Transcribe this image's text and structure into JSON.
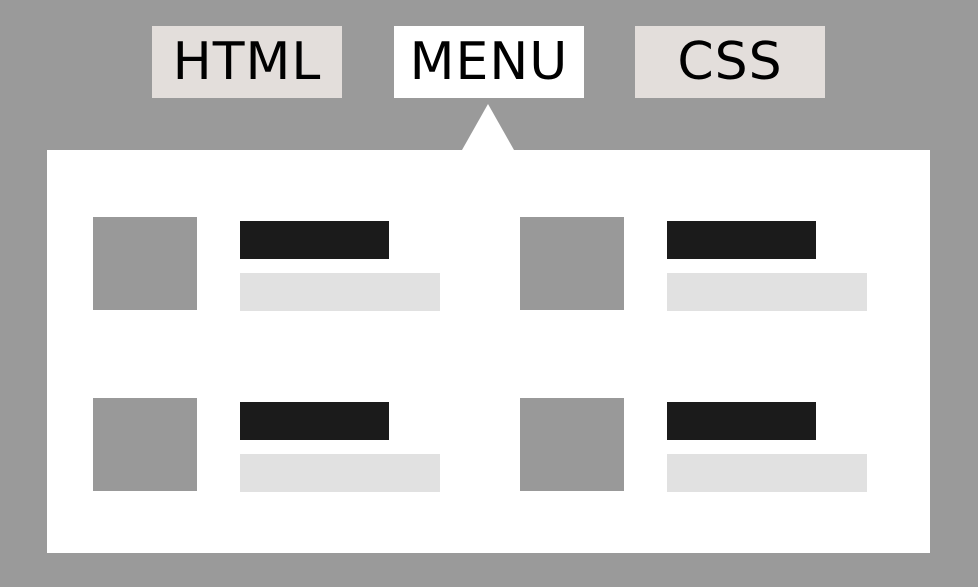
{
  "nav": {
    "tabs": [
      {
        "label": "HTML"
      },
      {
        "label": "MENU"
      },
      {
        "label": "CSS"
      }
    ]
  },
  "colors": {
    "background": "#9a9a9a",
    "inactive_tab": "#e3dedb",
    "active_tab": "#ffffff",
    "panel": "#ffffff",
    "thumbnail": "#999999",
    "title_bar": "#1b1b1b",
    "description_bar": "#e1e1e1"
  }
}
